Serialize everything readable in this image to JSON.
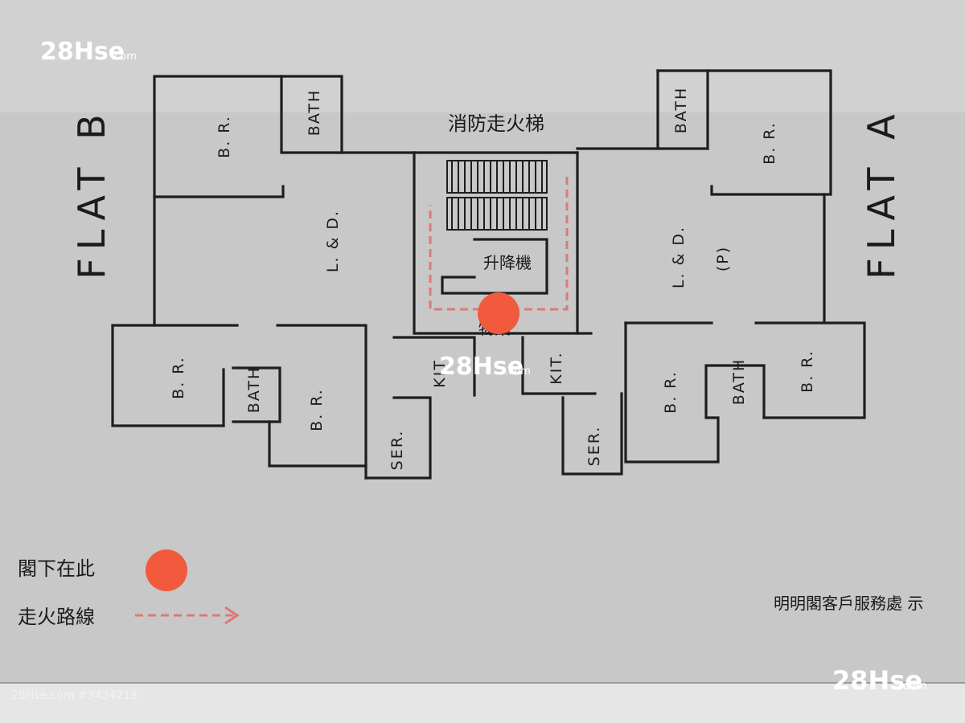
{
  "watermark": {
    "brand": "28Hse",
    "suffix": ".com",
    "listing_ref": "28Hse.com #3424218"
  },
  "flats": {
    "left": "FLAT B",
    "right": "FLAT A"
  },
  "core": {
    "fire_stair": "消防走火梯",
    "lift": "升降機",
    "mgmt_fragment": "物業"
  },
  "rooms": {
    "br_b_top": "B. R.",
    "bath_b_top": "BATH",
    "lnd_b": "L. & D.",
    "br_b_left": "B. R.",
    "bath_b_mid": "BATH",
    "br_b_mid": "B. R.",
    "kit_b": "KIT.",
    "ser_b": "SER.",
    "bath_a_top": "BATH",
    "br_a_top": "B. R.",
    "lnd_a": "L. & D.",
    "p_a": "(P)",
    "kit_a": "KIT.",
    "ser_a": "SER.",
    "br_a_mid": "B. R.",
    "bath_a_mid": "BATH",
    "br_a_right": "B. R."
  },
  "legend": {
    "here": "閣下在此",
    "route": "走火路線",
    "here_color": "#f15a3c",
    "route_color": "#d97a7a"
  },
  "footer_note": "明明閣客戶服務處 示"
}
